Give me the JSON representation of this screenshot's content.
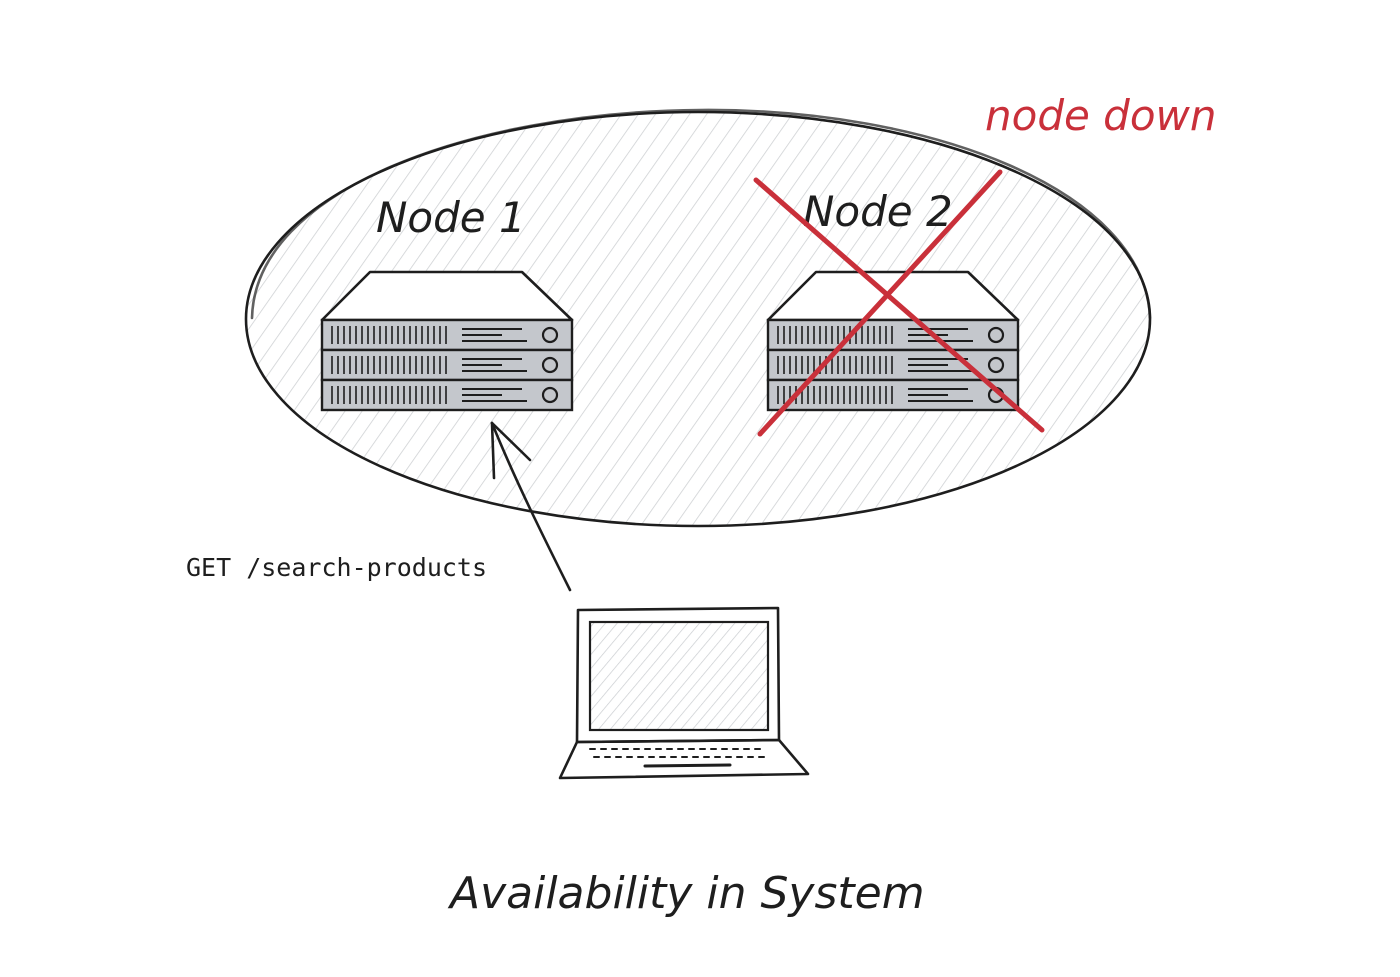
{
  "diagram": {
    "title": "Availability in System",
    "nodes": [
      {
        "id": "node1",
        "label": "Node 1",
        "status": "up"
      },
      {
        "id": "node2",
        "label": "Node 2",
        "status": "down"
      }
    ],
    "down_label": "node down",
    "request_label": "GET /search-products",
    "colors": {
      "ink": "#1e1e1e",
      "alert": "#c9303a",
      "server_face": "#c4c7cc",
      "hatch": "#cfd1d4"
    },
    "icons": [
      "server-rack-icon",
      "laptop-icon",
      "cross-mark-icon",
      "arrow-icon"
    ]
  }
}
